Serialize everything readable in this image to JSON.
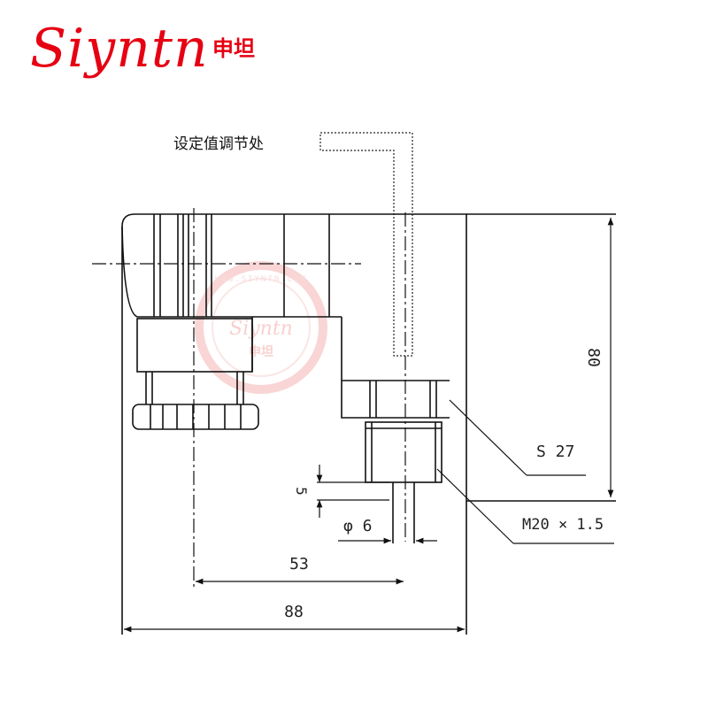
{
  "brand": {
    "name": "Siyntn",
    "name_cn": "申坦",
    "color": "#e60012"
  },
  "watermark": {
    "name": "Siyntn",
    "name_cn": "申坦",
    "ring_text": "WWW.SIYNTN.COM"
  },
  "drawing": {
    "adjust_label": "设定值调节处",
    "dimensions": {
      "height": "80",
      "wrench": "S 27",
      "thread": "M20 × 1.5",
      "hole": "φ 6",
      "tail": "5",
      "offset": "53",
      "width": "88"
    }
  }
}
